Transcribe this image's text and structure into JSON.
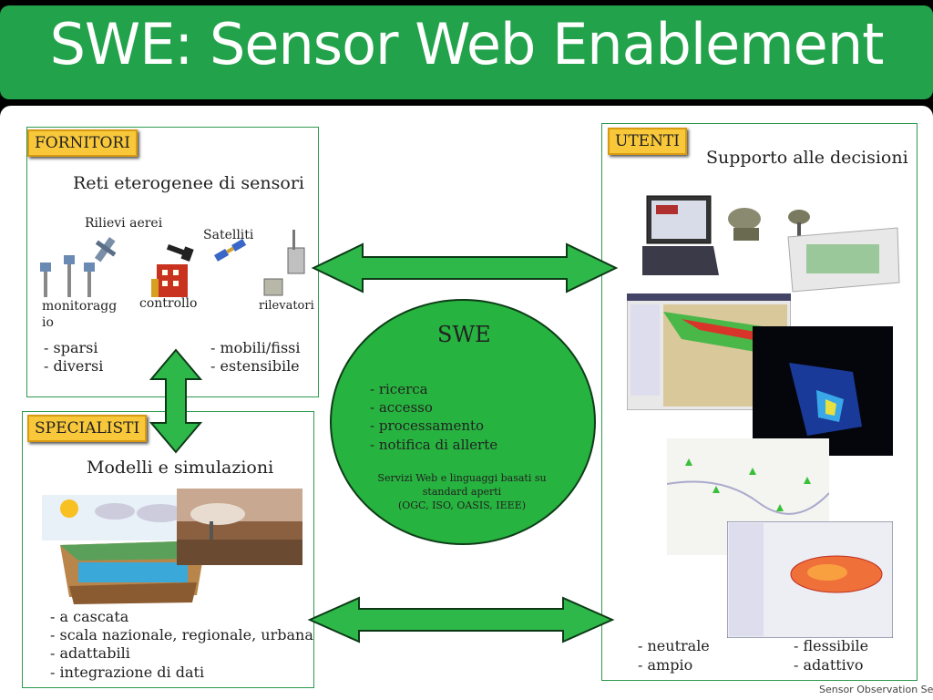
{
  "title": "SWE: Sensor Web Enablement",
  "fornitori": {
    "tag": "FORNITORI",
    "heading": "Reti eterogenee di sensori",
    "labels": {
      "rilievi": "Rilievi aerei",
      "satelliti": "Satelliti",
      "monitoraggio": "monitoraggio",
      "controllo": "controllo",
      "rilevatori": "rilevatori"
    },
    "list_left": [
      "- sparsi",
      "- diversi"
    ],
    "list_right": [
      "- mobili/fissi",
      "- estensibile"
    ]
  },
  "specialisti": {
    "tag": "SPECIALISTI",
    "heading": "Modelli e simulazioni",
    "list": [
      "- a cascata",
      "- scala nazionale, regionale, urbana",
      "- adattabili",
      "- integrazione di dati"
    ]
  },
  "utenti": {
    "tag": "UTENTI",
    "heading": "Supporto alle decisioni",
    "list_left": [
      "- neutrale",
      "- ampio"
    ],
    "list_right": [
      "- flessibile",
      "- adattivo"
    ]
  },
  "swe": {
    "title": "SWE",
    "items": [
      "- ricerca",
      "- accesso",
      "- processamento",
      "- notifica di allerte"
    ],
    "note": [
      "Servizi Web e linguaggi basati su",
      "standard aperti",
      "(OGC, ISO, OASIS, IEEE)"
    ]
  },
  "footer": {
    "logo_text": "Sensor Observation Service"
  }
}
